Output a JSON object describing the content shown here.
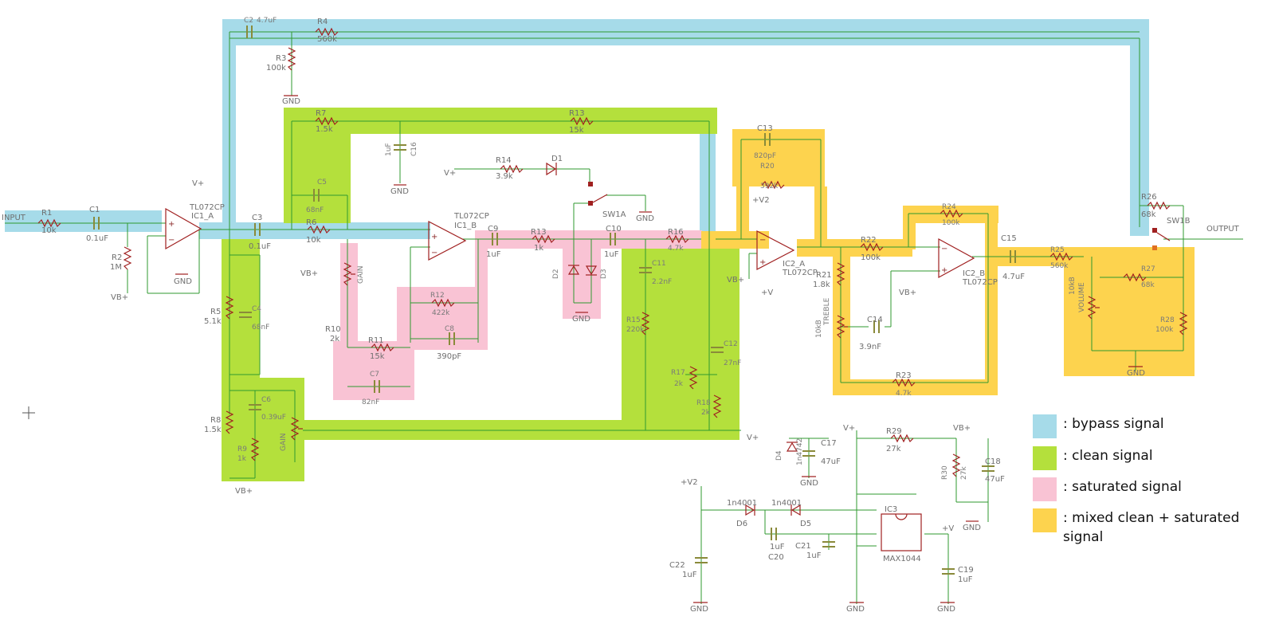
{
  "legend": {
    "items": [
      {
        "label": ": bypass signal",
        "color": "#a6dbe9"
      },
      {
        "label": ": clean signal",
        "color": "#b4e03c"
      },
      {
        "label": ": saturated signal",
        "color": "#f9c3d4"
      },
      {
        "label": ": mixed clean + saturated signal",
        "color": "#fdd34e"
      }
    ]
  },
  "labels": {
    "input": "INPUT",
    "output": "OUTPUT",
    "gnd": "GND",
    "vplus": "V+",
    "vbplus": "VB+",
    "v2": "+V2",
    "vplain": "+V",
    "ic1a": "IC1_A",
    "ic1b": "IC1_B",
    "ic2a": "IC2_A",
    "ic2b": "IC2_B",
    "tl072": "TL072CP",
    "ic3": "IC3",
    "max1044": "MAX1044",
    "sw1a": "SW1A",
    "sw1b": "SW1B",
    "gain": "GAIN",
    "treble": "TREBLE",
    "volume": "VOLUME",
    "taper10kb": "10kB",
    "diode4001": "1n4001",
    "zener": "1n4742"
  },
  "components": {
    "r1": "R1",
    "r1v": "10k",
    "c1": "C1",
    "c1v": "0.1uF",
    "r2": "R2",
    "r2v": "1M",
    "c2": "C2",
    "c2v": "4.7uF",
    "r4": "R4",
    "r4v": "560k",
    "r3": "R3",
    "r3v": "100k",
    "c3": "C3",
    "c3v": "0.1uF",
    "r7": "R7",
    "r7v": "1.5k",
    "c5": "C5",
    "c5v": "68nF",
    "r6": "R6",
    "r6v": "10k",
    "r13": "R13",
    "r13v": "15k",
    "c16": "C16",
    "c16v": "1uF",
    "r14": "R14",
    "r14v": "3.9k",
    "d1": "D1",
    "c9": "C9",
    "c9v": "1uF",
    "r12": "R12",
    "r12v": "422k",
    "c8": "C8",
    "c8v": "390pF",
    "r11": "R11",
    "r11v": "15k",
    "c7": "C7",
    "c7v": "82nF",
    "r10": "R10",
    "r10v": "2k",
    "r5": "R5",
    "r5v": "5.1k",
    "c4": "C4",
    "c4v": "68nF",
    "r8": "R8",
    "r8v": "1.5k",
    "c6": "C6",
    "c6v": "0.39uF",
    "r9": "R9",
    "r9v": "1k",
    "r15": "R13",
    "r15v": "1k",
    "c10": "C10",
    "c10v": "1uF",
    "d2": "D2",
    "d3": "D3",
    "r16": "R16",
    "r16v": "4.7k",
    "c11": "C11",
    "c11v": "2.2nF",
    "r15b": "R15",
    "r15bv": "220k",
    "r17": "R17",
    "r17v": "2k",
    "r18": "R18",
    "r18v": "2k",
    "c12": "C12",
    "c12v": "27nF",
    "c13": "C13",
    "c13v": "820pF",
    "r20": "R20",
    "r20v": "392k",
    "r22": "R22",
    "r22v": "100k",
    "r21": "R21",
    "r21v": "1.8k",
    "c14": "C14",
    "c14v": "3.9nF",
    "r23": "R23",
    "r23v": "4.7k",
    "r24": "R24",
    "r24v": "100k",
    "c15": "C15",
    "c15v": "4.7uF",
    "r25": "R25",
    "r25v": "560k",
    "r26": "R26",
    "r26v": "68k",
    "r27": "R27",
    "r27v": "68k",
    "r28": "R28",
    "r28v": "100k",
    "d4": "D4",
    "c17": "C17",
    "c17v": "47uF",
    "r29": "R29",
    "r29v": "27k",
    "r30": "R30",
    "r30v": "27k",
    "c18": "C18",
    "c18v": "47uF",
    "d5": "D5",
    "d6": "D6",
    "c20": "C20",
    "c20v": "1uF",
    "c21": "C21",
    "c21v": "1uF",
    "c22": "C22",
    "c22v": "1uF",
    "c19": "C19",
    "c19v": "1uF"
  }
}
